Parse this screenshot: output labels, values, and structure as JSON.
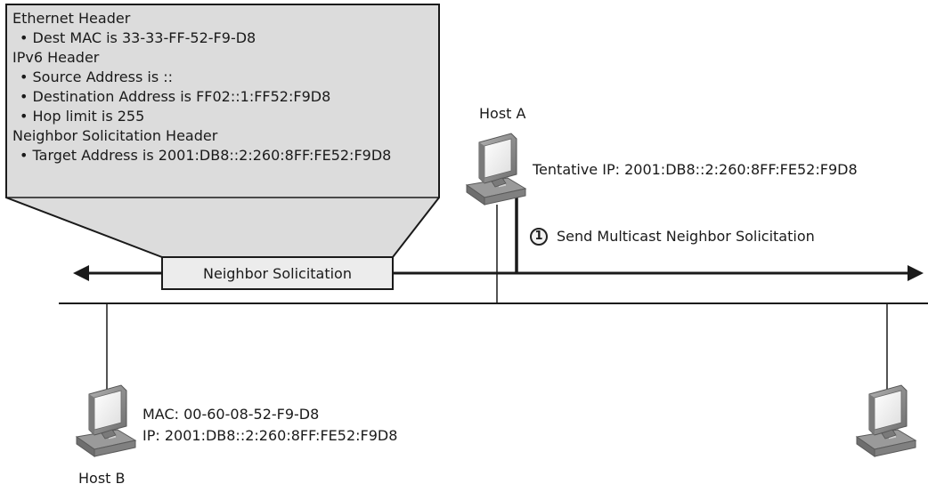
{
  "callout": {
    "lines": [
      {
        "text": "Ethernet Header",
        "bullet": false
      },
      {
        "text": "• Dest MAC is 33-33-FF-52-F9-D8",
        "bullet": true
      },
      {
        "text": "IPv6 Header",
        "bullet": false
      },
      {
        "text": "• Source Address is ::",
        "bullet": true
      },
      {
        "text": "• Destination Address is FF02::1:FF52:F9D8",
        "bullet": true
      },
      {
        "text": "• Hop limit is 255",
        "bullet": true
      },
      {
        "text": "Neighbor Solicitation Header",
        "bullet": false
      },
      {
        "text": "• Target Address is 2001:DB8::2:260:8FF:FE52:F9D8",
        "bullet": true
      }
    ],
    "packet_label": "Neighbor Solicitation"
  },
  "hostA": {
    "name": "Host A",
    "tentative_ip": "Tentative IP: 2001:DB8::2:260:8FF:FE52:F9D8"
  },
  "step": {
    "number": "1",
    "label": "Send Multicast Neighbor Solicitation"
  },
  "hostB": {
    "name": "Host B",
    "mac": "MAC: 00-60-08-52-F9-D8",
    "ip": "IP: 2001:DB8::2:260:8FF:FE52:F9D8"
  },
  "colors": {
    "callout_fill": "#dcdcdc",
    "line": "#1a1a1a",
    "computer_body": "#8c8c8c",
    "screen": "#f4f4f4"
  },
  "icons": [
    "computer-icon",
    "computer-icon",
    "computer-icon",
    "double-arrow-icon"
  ]
}
